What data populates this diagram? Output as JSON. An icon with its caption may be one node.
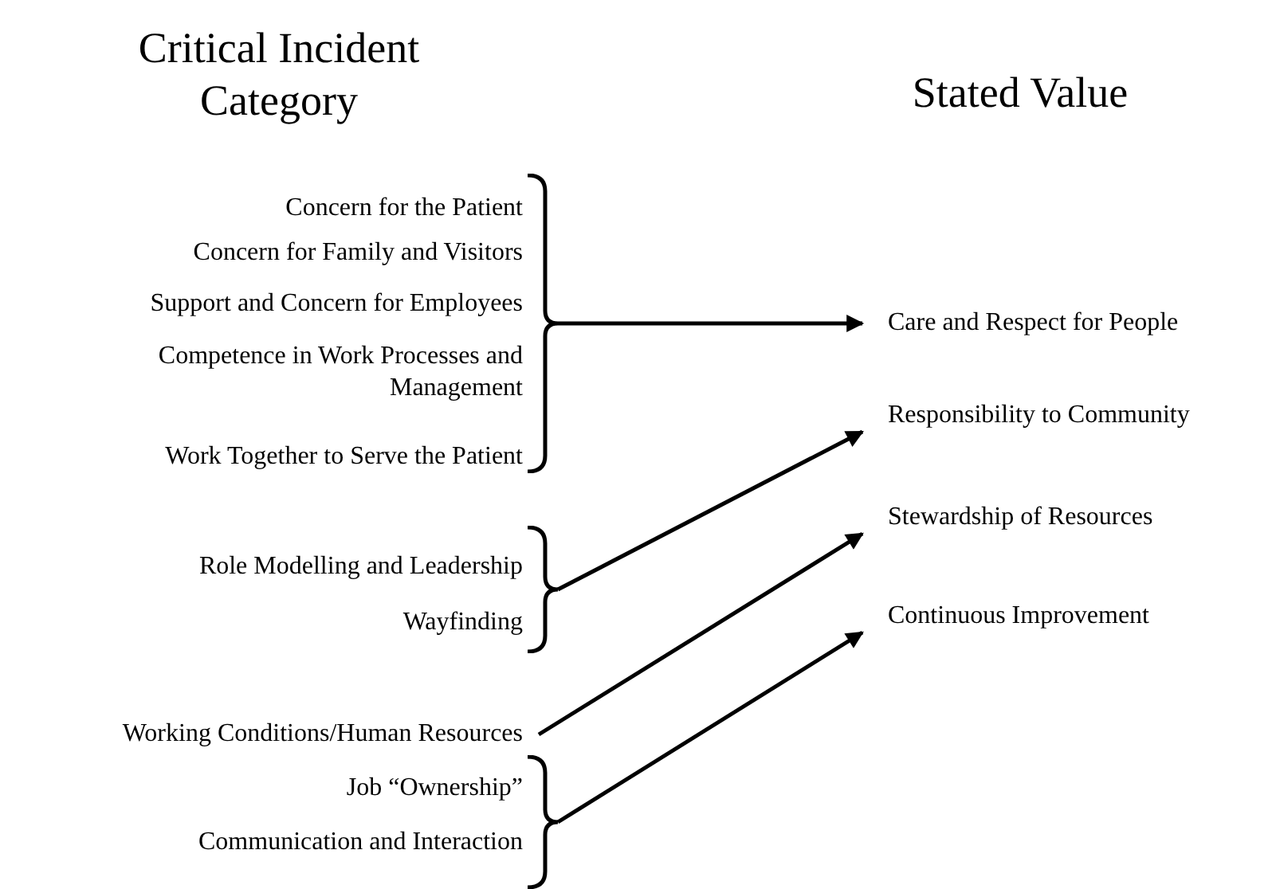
{
  "diagram": {
    "nodes": [
      {
        "text": [
          "Concern for the Patient"
        ]
      },
      {
        "text": [
          "Concern for Family and Visitors"
        ]
      },
      {
        "text": [
          "Support and Concern for Employees"
        ]
      },
      {
        "text": [
          "Competence in Work Processes and Management"
        ]
      },
      {
        "text": [
          "Work Together to Serve the Patient"
        ]
      },
      {
        "text": [],
        "shape": "bracket"
      },
      {
        "text": [
          "Role Modelling and Leadership"
        ]
      },
      {
        "text": [
          "Wayfinding"
        ]
      },
      {
        "text": [],
        "shape": "bracket"
      },
      {
        "text": [
          "Working Conditions/Human Resources"
        ]
      },
      {
        "text": [
          "Job “Ownership”"
        ]
      },
      {
        "text": [
          "Communication and Interaction"
        ]
      },
      {
        "text": [],
        "shape": "bracket"
      },
      {
        "text": [
          "Care and Respect for People"
        ]
      },
      {
        "text": [
          "Responsibility to Community"
        ]
      },
      {
        "text": [
          "Stewardship of Resources"
        ]
      },
      {
        "text": [
          "Continuous Improvement"
        ]
      }
    ],
    "edges": [
      {
        "from": 5,
        "to": 13,
        "arrow": "to"
      },
      {
        "from": 8,
        "to": 14,
        "arrow": "to"
      },
      {
        "from": 9,
        "to": 15,
        "arrow": "to"
      },
      {
        "from": 12,
        "to": 16,
        "arrow": "to"
      }
    ],
    "labels": [
      "Critical Incident Category",
      "Stated Value"
    ]
  }
}
